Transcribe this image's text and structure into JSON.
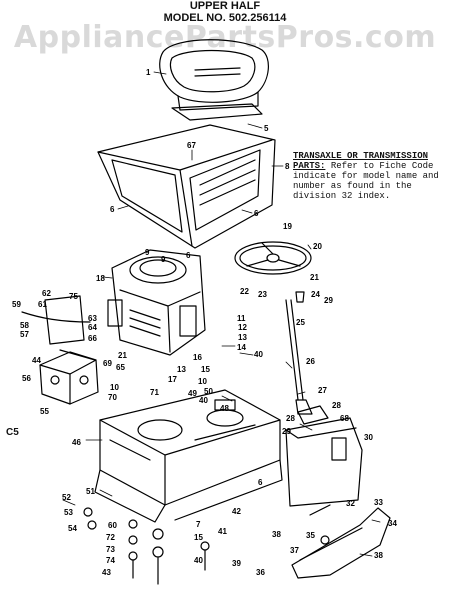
{
  "watermark": "AppliancePartsPros.com",
  "header": {
    "title": "UPPER HALF",
    "model": "MODEL NO. 502.256114"
  },
  "note": {
    "title": "TRANSAXLE OR TRANSMISSION PARTS:",
    "body": "Refer to Fiche Code indicate for model name and number as found in the division 32 index."
  },
  "section_code": "C5",
  "part_numbers": [
    {
      "key": "seat",
      "text": "1"
    },
    {
      "key": "hood-screw",
      "text": "5"
    },
    {
      "key": "hood",
      "text": "8"
    },
    {
      "key": "hood-bolt-left",
      "text": "6"
    },
    {
      "key": "hood-bolt-right",
      "text": "6"
    },
    {
      "key": "hood-clip",
      "text": "67"
    },
    {
      "key": "hub-screw",
      "text": "19"
    },
    {
      "key": "steering-wheel",
      "text": "20"
    },
    {
      "key": "engine",
      "text": "18"
    },
    {
      "key": "engine-bolt-a",
      "text": "9"
    },
    {
      "key": "engine-bolt-b",
      "text": "9"
    },
    {
      "key": "nut-a",
      "text": "6"
    },
    {
      "key": "bushing",
      "text": "21"
    },
    {
      "key": "washer-22",
      "text": "22"
    },
    {
      "key": "washer-23",
      "text": "23"
    },
    {
      "key": "cap",
      "text": "24"
    },
    {
      "key": "cap-screw",
      "text": "29"
    },
    {
      "key": "steering-shaft",
      "text": "25"
    },
    {
      "key": "shaft-lower",
      "text": "26"
    },
    {
      "key": "bracket-11",
      "text": "11"
    },
    {
      "key": "bracket-12",
      "text": "12"
    },
    {
      "key": "spring-13",
      "text": "13"
    },
    {
      "key": "clip-14",
      "text": "14"
    },
    {
      "key": "nut-40a",
      "text": "40"
    },
    {
      "key": "throttle-59",
      "text": "59"
    },
    {
      "key": "lever-62",
      "text": "62"
    },
    {
      "key": "screw-75",
      "text": "75"
    },
    {
      "key": "plate-61",
      "text": "61"
    },
    {
      "key": "screw-63",
      "text": "63"
    },
    {
      "key": "screw-64",
      "text": "64"
    },
    {
      "key": "spacer-58",
      "text": "58"
    },
    {
      "key": "screw-57",
      "text": "57"
    },
    {
      "key": "washer-66",
      "text": "66"
    },
    {
      "key": "nut-44",
      "text": "44"
    },
    {
      "key": "spring-69",
      "text": "69"
    },
    {
      "key": "transaxle-56",
      "text": "56"
    },
    {
      "key": "bolt-55",
      "text": "55"
    },
    {
      "key": "lever-21b",
      "text": "21"
    },
    {
      "key": "link-65",
      "text": "65"
    },
    {
      "key": "pin-10a",
      "text": "10"
    },
    {
      "key": "washer-70",
      "text": "70"
    },
    {
      "key": "arm-71",
      "text": "71"
    },
    {
      "key": "pin-17",
      "text": "17"
    },
    {
      "key": "spring-16",
      "text": "16"
    },
    {
      "key": "clip-15",
      "text": "15"
    },
    {
      "key": "bolt-13b",
      "text": "13"
    },
    {
      "key": "pin-10b",
      "text": "10"
    },
    {
      "key": "nut-50",
      "text": "50"
    },
    {
      "key": "nut-40b",
      "text": "40"
    },
    {
      "key": "clip-49",
      "text": "49"
    },
    {
      "key": "rod-48",
      "text": "48"
    },
    {
      "key": "pin-27",
      "text": "27"
    },
    {
      "key": "bolt-28a",
      "text": "28"
    },
    {
      "key": "bolt-28b",
      "text": "28"
    },
    {
      "key": "plate-68",
      "text": "68"
    },
    {
      "key": "washer-29b",
      "text": "29"
    },
    {
      "key": "console-30",
      "text": "30"
    },
    {
      "key": "frame-46",
      "text": "46"
    },
    {
      "key": "nut-6c",
      "text": "6"
    },
    {
      "key": "screw-32",
      "text": "32"
    },
    {
      "key": "screw-33",
      "text": "33"
    },
    {
      "key": "bumper-34",
      "text": "34"
    },
    {
      "key": "bolt-36",
      "text": "36"
    },
    {
      "key": "bolt-38a",
      "text": "38"
    },
    {
      "key": "bolt-38b",
      "text": "38"
    },
    {
      "key": "nut-37",
      "text": "37"
    },
    {
      "key": "screw-35",
      "text": "35"
    },
    {
      "key": "washer-39",
      "text": "39"
    },
    {
      "key": "washer-40c",
      "text": "40"
    },
    {
      "key": "bracket-42",
      "text": "42"
    },
    {
      "key": "spring-41",
      "text": "41"
    },
    {
      "key": "bolt-7",
      "text": "7"
    },
    {
      "key": "nut-15b",
      "text": "15"
    },
    {
      "key": "bolt-52",
      "text": "52"
    },
    {
      "key": "clip-51",
      "text": "51"
    },
    {
      "key": "nut-53",
      "text": "53"
    },
    {
      "key": "screw-54",
      "text": "54"
    },
    {
      "key": "washer-60",
      "text": "60"
    },
    {
      "key": "bolt-72",
      "text": "72"
    },
    {
      "key": "nut-73",
      "text": "73"
    },
    {
      "key": "spacer-74",
      "text": "74"
    },
    {
      "key": "nut-43",
      "text": "43"
    }
  ]
}
